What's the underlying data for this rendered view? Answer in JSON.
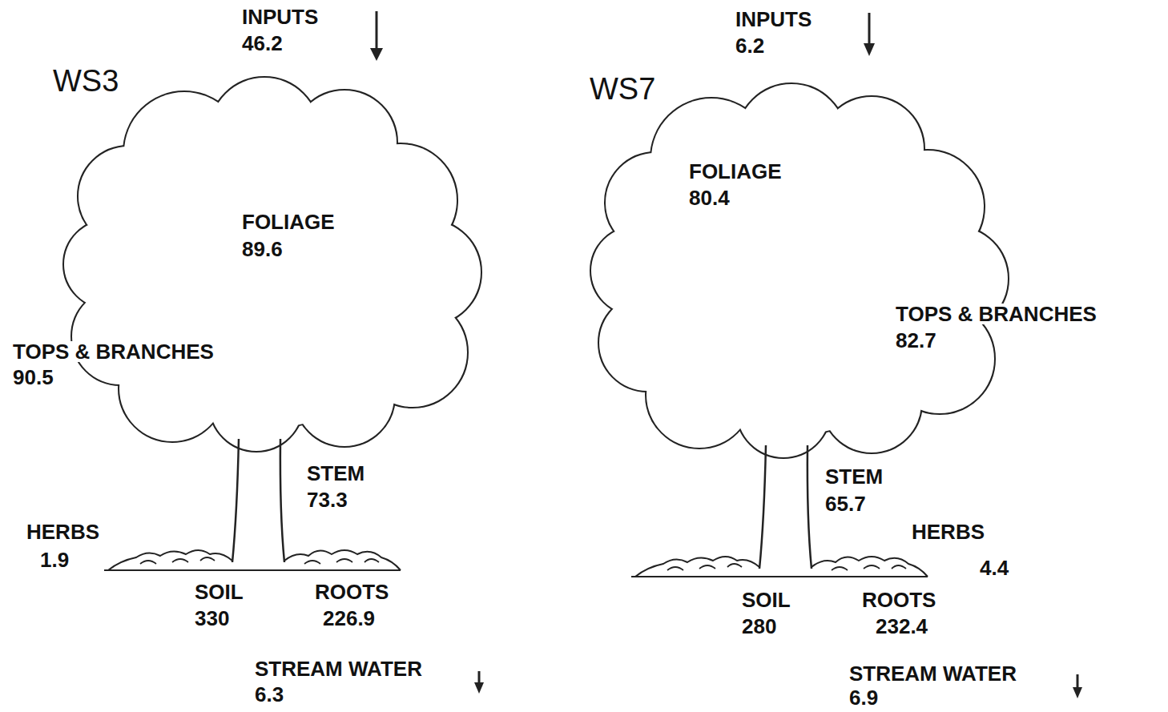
{
  "diagram": {
    "labels": [
      "WS3",
      "INPUTS",
      "46.2",
      "FOLIAGE",
      "89.6",
      "TOPS & BRANCHES",
      "90.5",
      "STEM",
      "73.3",
      "HERBS",
      "1.9",
      "SOIL",
      "330",
      "ROOTS",
      "226.9",
      "STREAM WATER",
      "6.3",
      "WS7",
      "INPUTS",
      "6.2",
      "FOLIAGE",
      "80.4",
      "TOPS & BRANCHES",
      "82.7",
      "STEM",
      "65.7",
      "HERBS",
      "4.4",
      "SOIL",
      "280",
      "ROOTS",
      "232.4",
      "STREAM WATER",
      "6.9"
    ]
  }
}
